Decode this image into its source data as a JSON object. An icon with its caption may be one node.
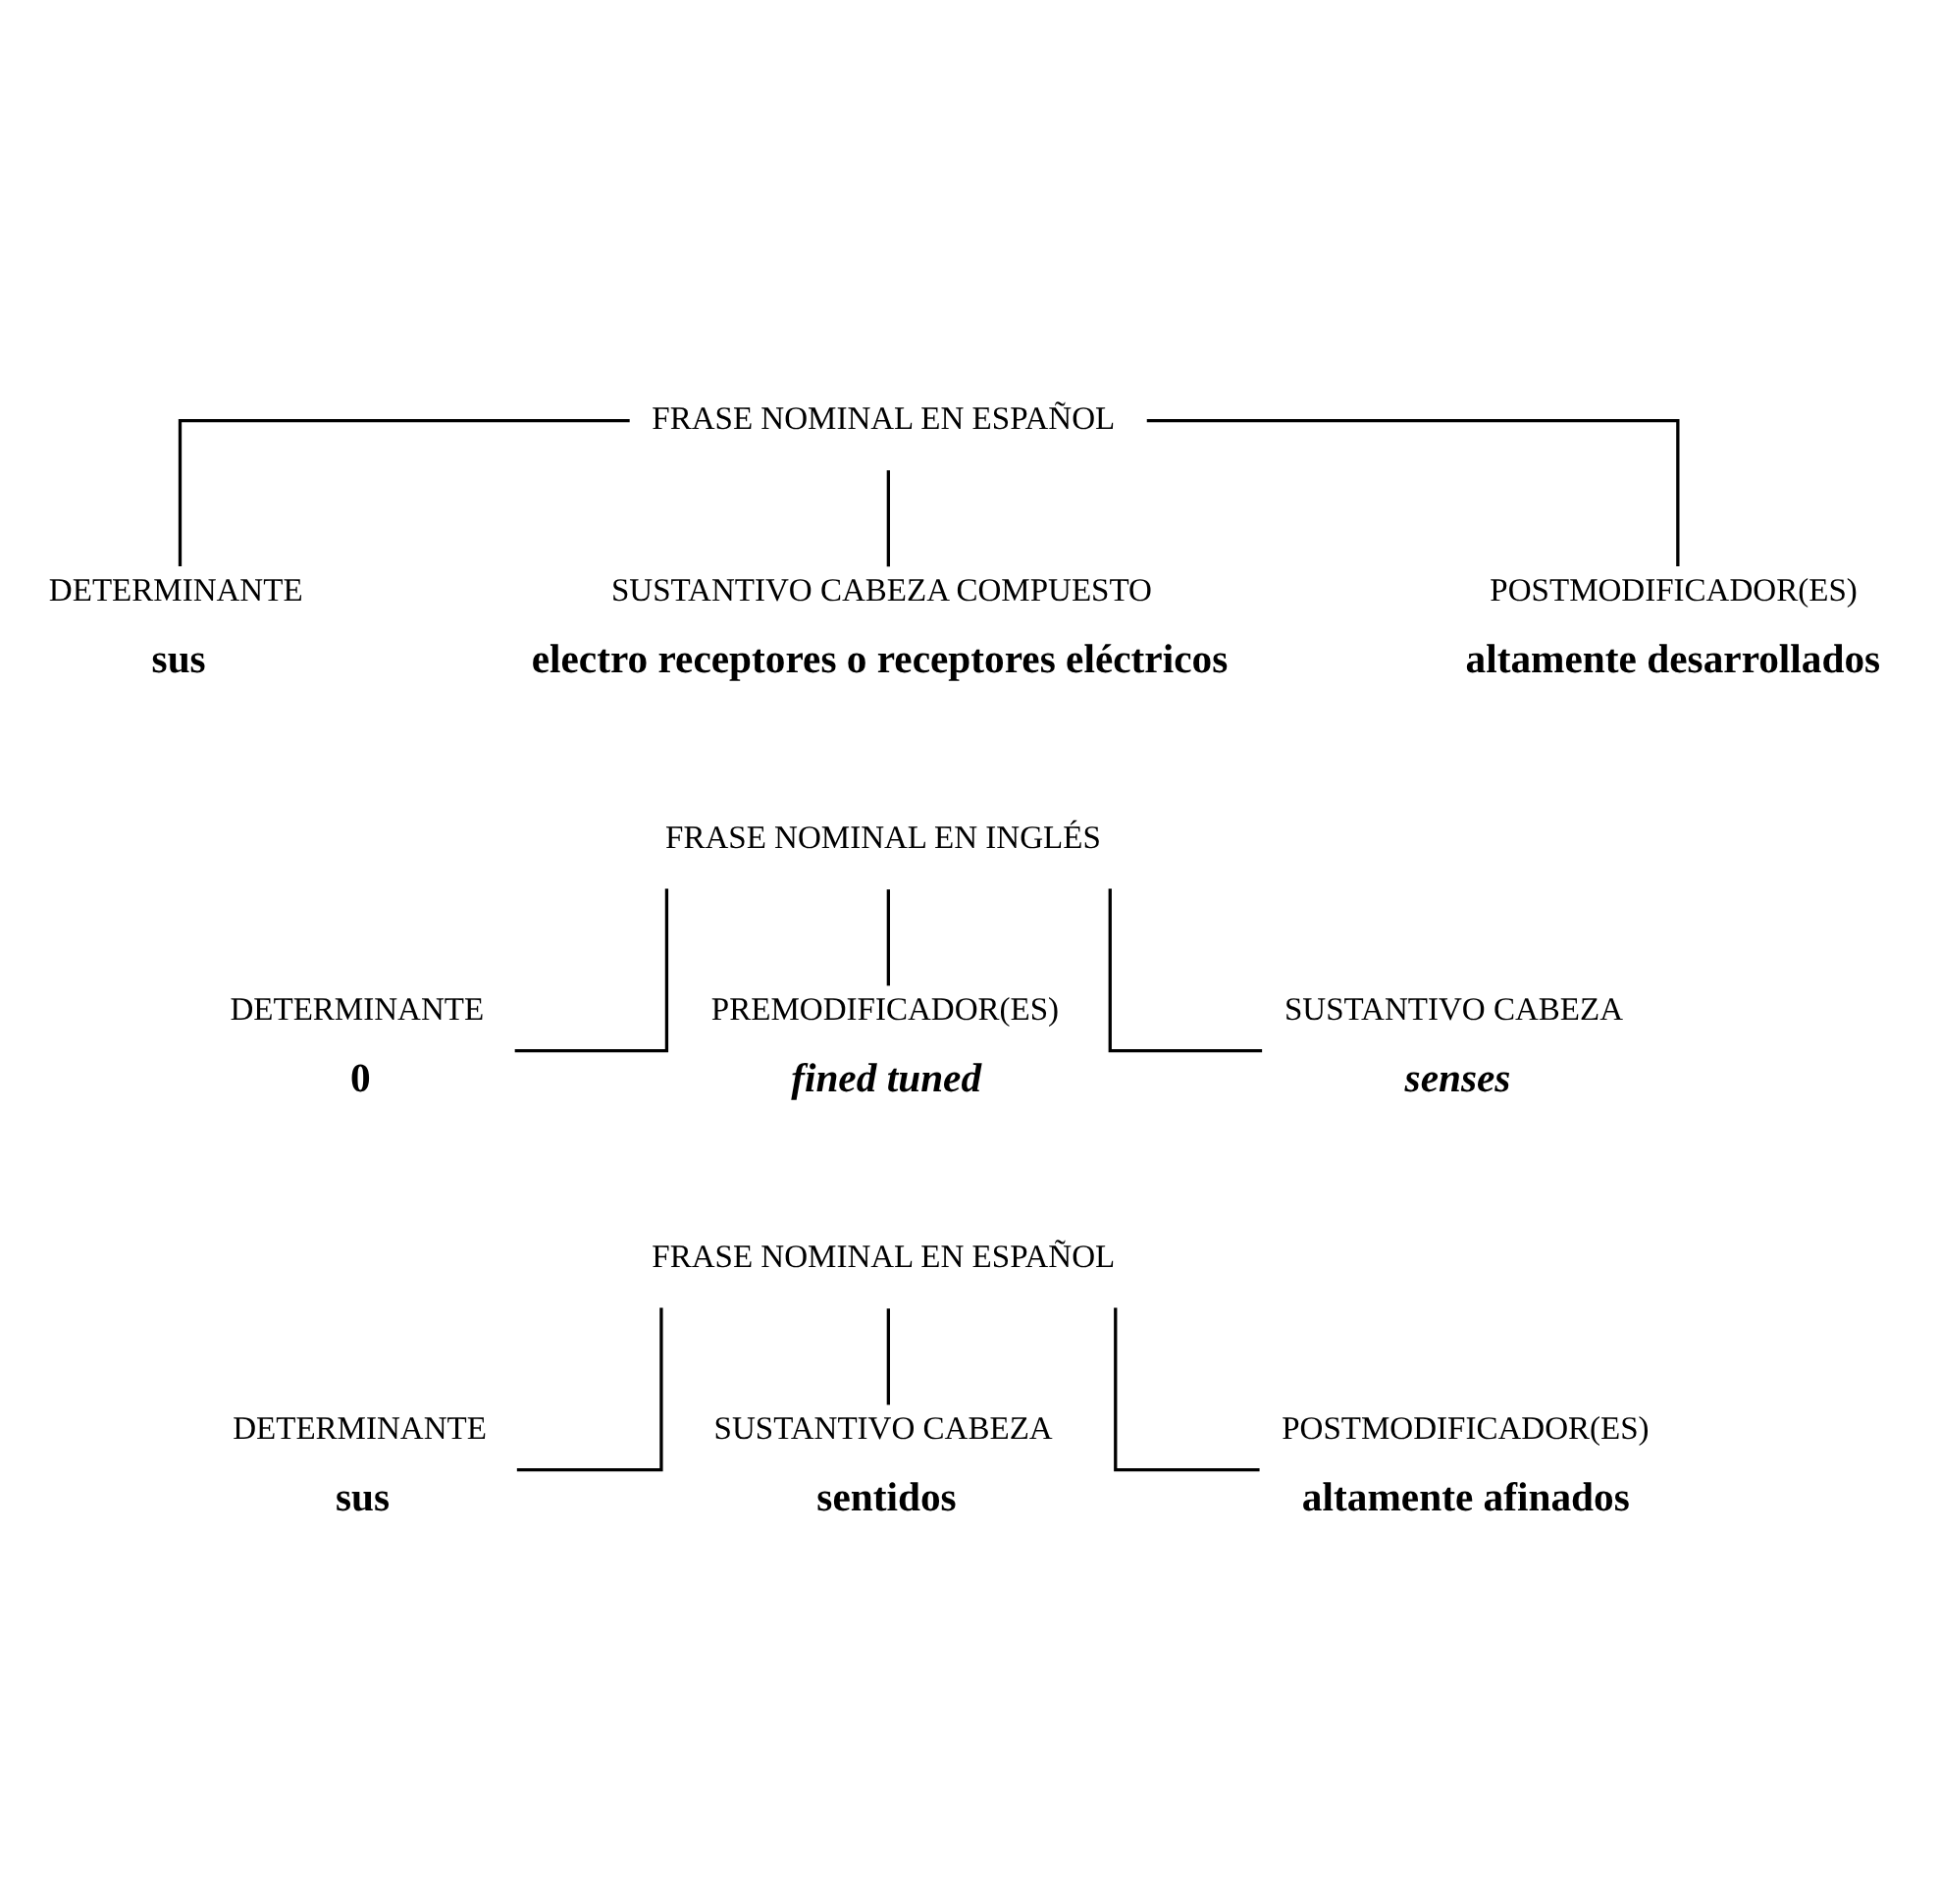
{
  "diagram": {
    "nodes": [
      {
        "text": [
          "FRASE NOMINAL EN ESPAÑOL"
        ]
      },
      {
        "text": [
          "DETERMINANTE"
        ],
        "beside": [
          "sus"
        ]
      },
      {
        "text": [
          "SUSTANTIVO CABEZA COMPUESTO"
        ],
        "beside": [
          "electro receptores o receptores eléctricos"
        ]
      },
      {
        "text": [
          "POSTMODIFICADOR(ES)"
        ],
        "beside": [
          "altamente desarrollados"
        ]
      },
      {
        "text": [
          "FRASE NOMINAL EN INGLÉS"
        ]
      },
      {
        "text": [
          "DETERMINANTE"
        ],
        "beside": [
          "0"
        ]
      },
      {
        "text": [
          "PREMODIFICADOR(ES)"
        ],
        "beside": [
          "fined tuned"
        ]
      },
      {
        "text": [
          "SUSTANTIVO CABEZA"
        ],
        "beside": [
          "senses"
        ]
      },
      {
        "text": [
          "FRASE NOMINAL EN ESPAÑOL"
        ]
      },
      {
        "text": [
          "DETERMINANTE"
        ],
        "beside": [
          "sus"
        ]
      },
      {
        "text": [
          "SUSTANTIVO CABEZA"
        ],
        "beside": [
          "sentidos"
        ]
      },
      {
        "text": [
          "POSTMODIFICADOR(ES)"
        ],
        "beside": [
          "altamente afinados"
        ]
      }
    ],
    "edges": [
      {
        "from": 0,
        "to": 1,
        "arrow": "none"
      },
      {
        "from": 0,
        "to": 2,
        "arrow": "none"
      },
      {
        "from": 0,
        "to": 3,
        "arrow": "none"
      },
      {
        "from": 4,
        "to": 5,
        "arrow": "none"
      },
      {
        "from": 4,
        "to": 6,
        "arrow": "none"
      },
      {
        "from": 4,
        "to": 7,
        "arrow": "none"
      },
      {
        "from": 8,
        "to": 9,
        "arrow": "none"
      },
      {
        "from": 8,
        "to": 10,
        "arrow": "none"
      },
      {
        "from": 8,
        "to": 11,
        "arrow": "none"
      }
    ]
  }
}
